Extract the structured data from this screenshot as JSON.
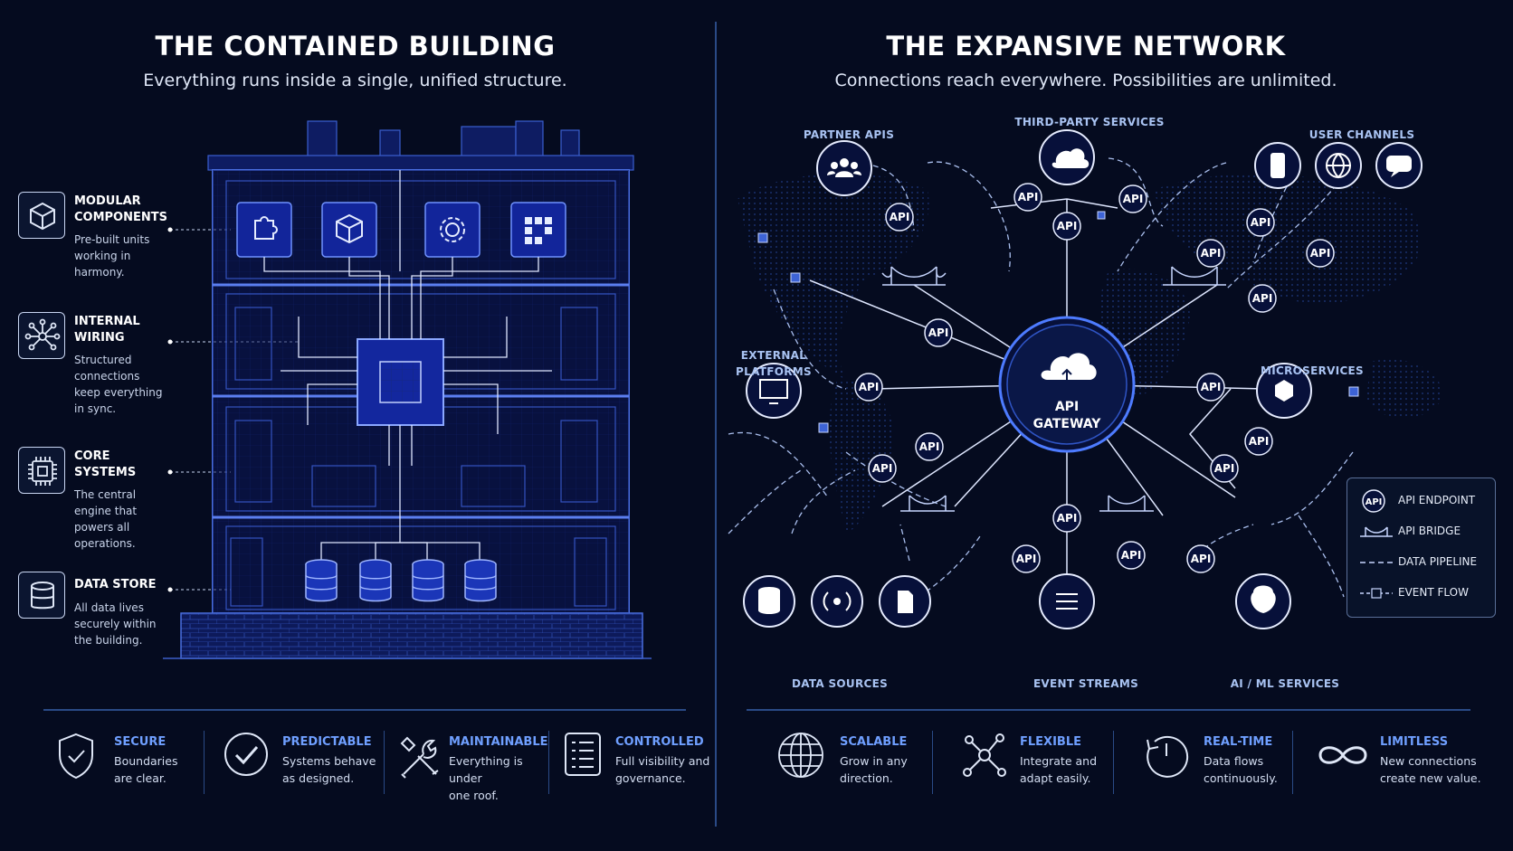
{
  "left": {
    "title": "THE CONTAINED BUILDING",
    "subtitle": "Everything runs inside a single, unified structure.",
    "features": [
      {
        "title_l1": "MODULAR",
        "title_l2": "COMPONENTS",
        "lines": [
          "Pre-built units",
          "working in",
          "harmony."
        ],
        "icon": "cube-icon"
      },
      {
        "title_l1": "INTERNAL",
        "title_l2": "WIRING",
        "lines": [
          "Structured",
          "connections",
          "keep everything",
          "in sync."
        ],
        "icon": "wiring-icon"
      },
      {
        "title_l1": "CORE",
        "title_l2": "SYSTEMS",
        "lines": [
          "The central",
          "engine that",
          "powers all",
          "operations."
        ],
        "icon": "chip-icon"
      },
      {
        "title_l1": "DATA STORE",
        "title_l2": "",
        "lines": [
          "All data lives",
          "securely within",
          "the building."
        ],
        "icon": "database-icon"
      }
    ],
    "benefits": [
      {
        "title": "SECURE",
        "lines": [
          "Boundaries",
          "are clear."
        ],
        "icon": "shield-icon"
      },
      {
        "title": "PREDICTABLE",
        "lines": [
          "Systems behave",
          "as designed."
        ],
        "icon": "check-circle-icon"
      },
      {
        "title": "MAINTAINABLE",
        "lines": [
          "Everything is under",
          "one roof."
        ],
        "icon": "tools-icon"
      },
      {
        "title": "CONTROLLED",
        "lines": [
          "Full visibility and",
          "governance."
        ],
        "icon": "checklist-icon"
      }
    ]
  },
  "right": {
    "title": "THE EXPANSIVE NETWORK",
    "subtitle": "Connections reach everywhere. Possibilities are unlimited.",
    "gateway_l1": "API",
    "gateway_l2": "GATEWAY",
    "api_label": "API",
    "labels": {
      "partner": "PARTNER APIS",
      "third_party": "THIRD-PARTY SERVICES",
      "user_channels": "USER CHANNELS",
      "external_l1": "EXTERNAL",
      "external_l2": "PLATFORMS",
      "microservices": "MICROSERVICES",
      "data_sources": "DATA SOURCES",
      "event_streams": "EVENT STREAMS",
      "ai_ml": "AI / ML SERVICES"
    },
    "legend": [
      {
        "label": "API ENDPOINT",
        "icon": "api-endpoint-icon"
      },
      {
        "label": "API BRIDGE",
        "icon": "bridge-icon"
      },
      {
        "label": "DATA PIPELINE",
        "icon": "dashed-line-icon"
      },
      {
        "label": "EVENT FLOW",
        "icon": "event-flow-icon"
      }
    ],
    "benefits": [
      {
        "title": "SCALABLE",
        "lines": [
          "Grow in any",
          "direction."
        ],
        "icon": "globe-icon"
      },
      {
        "title": "FLEXIBLE",
        "lines": [
          "Integrate and",
          "adapt easily."
        ],
        "icon": "network-icon"
      },
      {
        "title": "REAL-TIME",
        "lines": [
          "Data flows",
          "continuously."
        ],
        "icon": "clock-icon"
      },
      {
        "title": "LIMITLESS",
        "lines": [
          "New connections",
          "create new value."
        ],
        "icon": "infinity-icon"
      }
    ]
  },
  "colors": {
    "background": "#050b1f",
    "accent": "#6f9fff",
    "blueprint": "#1a2f8a"
  }
}
